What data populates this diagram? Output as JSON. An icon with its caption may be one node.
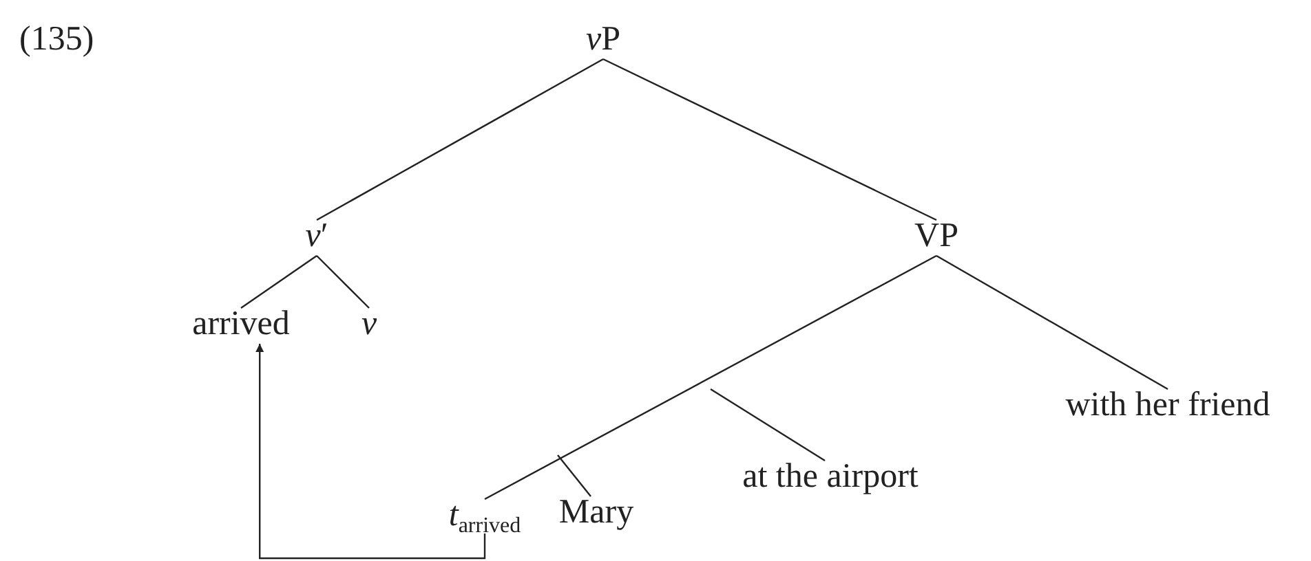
{
  "diagram": {
    "nodes": [
      {
        "text": [
          "vP"
        ]
      },
      {
        "text": [
          "v′"
        ]
      },
      {
        "text": [
          "VP"
        ]
      },
      {
        "text": [
          "arrived"
        ]
      },
      {
        "text": [
          "v"
        ]
      },
      {
        "text": [
          "with her friend"
        ]
      },
      {
        "text": [
          "at the airport"
        ]
      },
      {
        "text": [
          "*t*$_{arrived}$"
        ]
      },
      {
        "text": [
          "Mary"
        ]
      }
    ],
    "edges": [
      {
        "from": 0,
        "to": 1,
        "arrow": "none"
      },
      {
        "from": 0,
        "to": 2,
        "arrow": "none"
      },
      {
        "from": 1,
        "to": 3,
        "arrow": "none"
      },
      {
        "from": 1,
        "to": 4,
        "arrow": "none"
      },
      {
        "from": 2,
        "to": 5,
        "arrow": "none"
      },
      {
        "from": 2,
        "to": 7,
        "arrow": "none"
      },
      {
        "from": null,
        "to": 6,
        "arrow": "none"
      },
      {
        "from": null,
        "to": 8,
        "arrow": "none"
      },
      {
        "from": 7,
        "to": 3,
        "arrow": "to"
      }
    ],
    "labels": [
      "(135)"
    ]
  }
}
